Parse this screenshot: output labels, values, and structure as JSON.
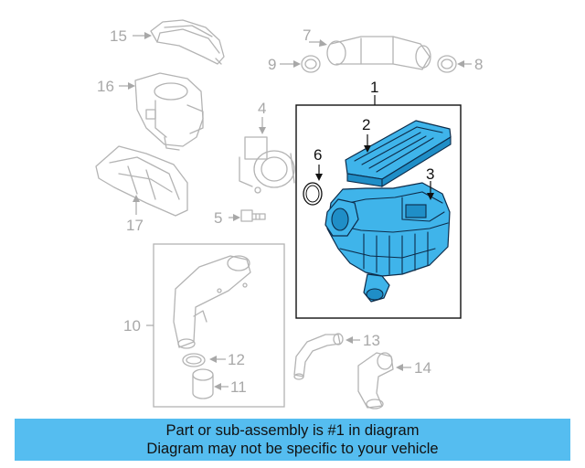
{
  "colors": {
    "highlight": "#3fb4ea",
    "banner": "#55bdf0",
    "ghost": "#b4b4b4",
    "outline": "#0d2c4a"
  },
  "callouts": {
    "c1": "1",
    "c2": "2",
    "c3": "3",
    "c4": "4",
    "c5": "5",
    "c6": "6",
    "c7": "7",
    "c8": "8",
    "c9": "9",
    "c10": "10",
    "c11": "11",
    "c12": "12",
    "c13": "13",
    "c14": "14",
    "c15": "15",
    "c16": "16",
    "c17": "17"
  },
  "banner": {
    "line1": "Part or sub-assembly is #1 in diagram",
    "line2": "Diagram may not be specific to your vehicle"
  }
}
